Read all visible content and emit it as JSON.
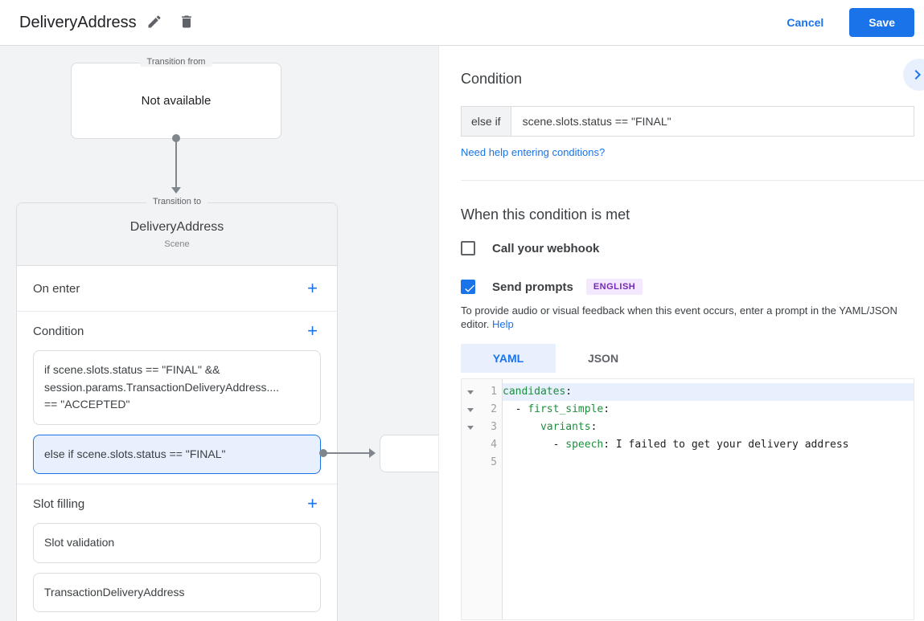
{
  "header": {
    "title": "DeliveryAddress",
    "cancel_label": "Cancel",
    "save_label": "Save"
  },
  "colors": {
    "accent_blue": "#1a73e8",
    "highlight_blue": "#e8f0fe",
    "code_green": "#1e8e3e",
    "badge_bg": "#f3e8fd",
    "badge_text": "#7627bb",
    "connector_gray": "#80868b"
  },
  "diagram": {
    "transition_from": {
      "label": "Transition from",
      "content": "Not available"
    },
    "scene_card": {
      "label": "Transition to",
      "title": "DeliveryAddress",
      "subtitle": "Scene",
      "on_enter": {
        "label": "On enter"
      },
      "condition": {
        "label": "Condition",
        "items": [
          {
            "text": "if scene.slots.status == \"FINAL\" &&\nsession.params.TransactionDeliveryAddress....\n== \"ACCEPTED\"",
            "highlighted": false
          },
          {
            "text": "else if scene.slots.status == \"FINAL\"",
            "highlighted": true
          }
        ]
      },
      "slot_filling": {
        "label": "Slot filling",
        "items": [
          {
            "text": "Slot validation"
          },
          {
            "text": "TransactionDeliveryAddress"
          }
        ]
      }
    }
  },
  "panel": {
    "title": "Condition",
    "condition_row": {
      "prefix": "else if",
      "value": "scene.slots.status == \"FINAL\""
    },
    "help_link": "Need help entering conditions?",
    "section_title": "When this condition is met",
    "webhook": {
      "label": "Call your webhook",
      "checked": false
    },
    "prompts": {
      "label": "Send prompts",
      "checked": true,
      "badge": "ENGLISH"
    },
    "description": "To provide audio or visual feedback when this event occurs, enter a prompt in the YAML/JSON editor.",
    "description_link": "Help",
    "tabs": [
      {
        "label": "YAML",
        "active": true
      },
      {
        "label": "JSON",
        "active": false
      }
    ],
    "editor": {
      "lines": [
        {
          "num": 1,
          "fold": true,
          "active": true,
          "tokens": [
            {
              "c": "key",
              "v": "candidates"
            },
            {
              "c": "plain",
              "v": ":"
            }
          ]
        },
        {
          "num": 2,
          "fold": true,
          "active": false,
          "tokens": [
            {
              "c": "plain",
              "v": "  - "
            },
            {
              "c": "key",
              "v": "first_simple"
            },
            {
              "c": "plain",
              "v": ":"
            }
          ]
        },
        {
          "num": 3,
          "fold": true,
          "active": false,
          "tokens": [
            {
              "c": "plain",
              "v": "      "
            },
            {
              "c": "key",
              "v": "variants"
            },
            {
              "c": "plain",
              "v": ":"
            }
          ]
        },
        {
          "num": 4,
          "fold": false,
          "active": false,
          "tokens": [
            {
              "c": "plain",
              "v": "        - "
            },
            {
              "c": "key",
              "v": "speech"
            },
            {
              "c": "plain",
              "v": ": I failed to get your delivery address"
            }
          ]
        },
        {
          "num": 5,
          "fold": false,
          "active": false,
          "tokens": []
        }
      ]
    }
  }
}
